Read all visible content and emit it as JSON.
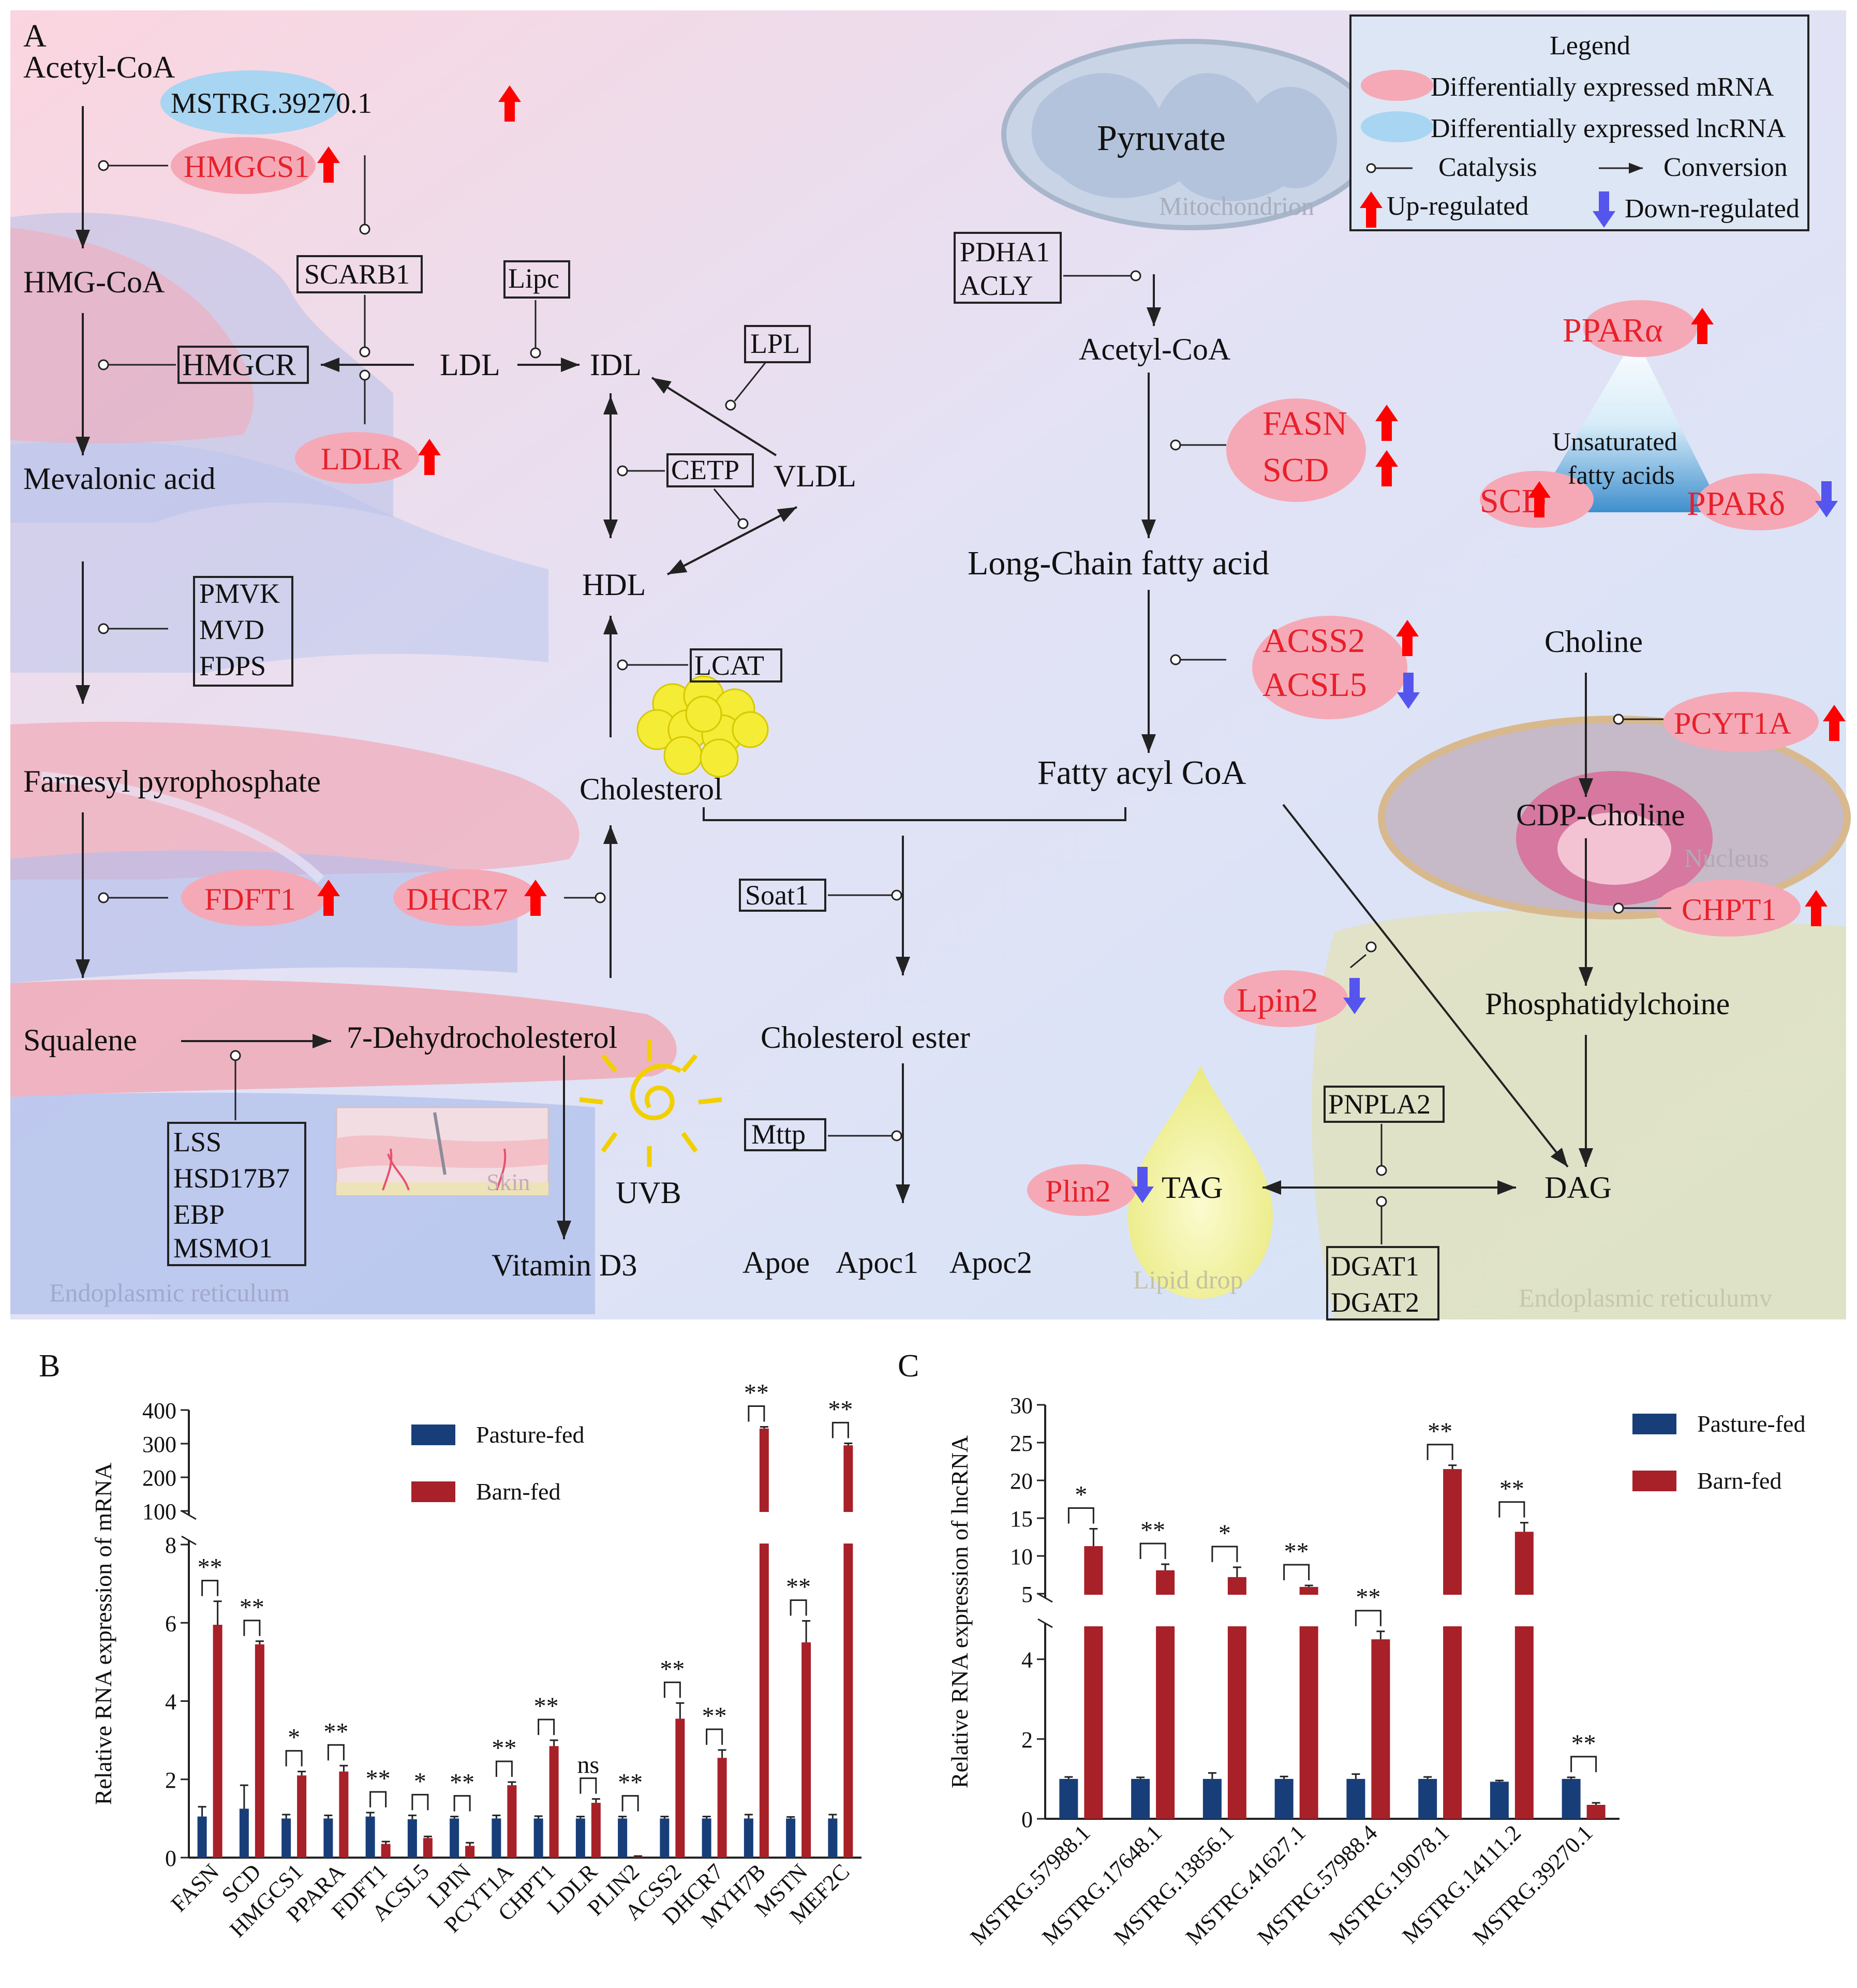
{
  "panel_a": {
    "letter": "A",
    "legend": {
      "title": "Legend",
      "items": {
        "mrna": "Differentially expressed mRNA",
        "lncrna": "Differentially expressed lncRNA",
        "catalysis": "Catalysis",
        "conversion": "Conversion",
        "up": "Up-regulated",
        "down": "Down-regulated"
      }
    },
    "compartments": {
      "er_left": "Endoplasmic reticulum",
      "er_right": "Endoplasmic reticulumv",
      "mito": "Mitochondrion",
      "nucleus": "Nucleus",
      "lipid_drop": "Lipid drop",
      "skin": "Skin"
    },
    "metabolites": {
      "acetyl_coa_left": "Acetyl-CoA",
      "hmg_coa": "HMG-CoA",
      "mevalonic": "Mevalonic acid",
      "farnesyl": "Farnesyl pyrophosphate",
      "squalene": "Squalene",
      "dehydrochol": "7-Dehydrocholesterol",
      "vitd3": "Vitamin D3",
      "uvb": "UVB",
      "ldl": "LDL",
      "idl": "IDL",
      "vldl": "VLDL",
      "hdl": "HDL",
      "cholesterol": "Cholesterol",
      "chol_ester": "Cholesterol ester",
      "apoe": "Apoe",
      "apoc1": "Apoc1",
      "apoc2": "Apoc2",
      "pyruvate": "Pyruvate",
      "acetyl_coa_right": "Acetyl-CoA",
      "lcfa": "Long-Chain fatty acid",
      "fatty_acyl": "Fatty acyl CoA",
      "choline": "Choline",
      "cdp_choline": "CDP-Choline",
      "pc": "Phosphatidylchoine",
      "tag": "TAG",
      "dag": "DAG",
      "ufa1": "Unsaturated",
      "ufa2": "fatty acids"
    },
    "de_mrna": {
      "hmgcs1": "HMGCS1",
      "ldlr": "LDLR",
      "fdft1": "FDFT1",
      "dhcr7": "DHCR7",
      "fasn": "FASN",
      "scd": "SCD",
      "scd2": "SCD",
      "ppara": "PPARα",
      "ppard": "PPARδ",
      "acss2": "ACSS2",
      "acsl5": "ACSL5",
      "pcyt1a": "PCYT1A",
      "chpt1": "CHPT1",
      "lpin2": "Lpin2",
      "plin2": "Plin2"
    },
    "de_lncrna": {
      "mstrg": "MSTRG.39270.1"
    },
    "boxed_genes": {
      "scarb1": "SCARB1",
      "hmgcr": "HMGCR",
      "lipc": "Lipc",
      "lpl": "LPL",
      "cetp": "CETP",
      "lcat": "LCAT",
      "pmvk": "PMVK",
      "mvd": "MVD",
      "fdps": "FDPS",
      "lss": "LSS",
      "hsd17b7": "HSD17B7",
      "ebp": "EBP",
      "msmo1": "MSMO1",
      "pdha1": "PDHA1",
      "acly": "ACLY",
      "soat1": "Soat1",
      "mttp": "Mttp",
      "pnpla2": "PNPLA2",
      "dgat1": "DGAT1",
      "dgat2": "DGAT2"
    },
    "colors": {
      "red_text": "#e8202a",
      "up_arrow": "#ff0000",
      "down_arrow": "#5555ee",
      "mrna_ellipse": "#f4a0ae",
      "lnc_ellipse": "#a8d8f2"
    }
  },
  "chart_data": [
    {
      "type": "bar",
      "panel_letter": "B",
      "ylabel": "Relative RNA expression of mRNA",
      "categories": [
        "FASN",
        "SCD",
        "HMGCS1",
        "PPARA",
        "FDFT1",
        "ACSL5",
        "LPIN",
        "PCYT1A",
        "CHPT1",
        "LDLR",
        "PLIN2",
        "ACSS2",
        "DHCR7",
        "MYH7B",
        "MSTN",
        "MEF2C"
      ],
      "series": [
        {
          "name": "Pasture-fed",
          "color": "#173e78",
          "values": [
            1.05,
            1.25,
            1.0,
            1.0,
            1.05,
            0.98,
            1.0,
            1.0,
            1.0,
            1.0,
            1.0,
            1.0,
            1.0,
            1.0,
            1.0,
            1.0
          ],
          "errors": [
            0.25,
            0.6,
            0.1,
            0.08,
            0.1,
            0.1,
            0.05,
            0.08,
            0.06,
            0.05,
            0.05,
            0.05,
            0.05,
            0.1,
            0.04,
            0.1
          ]
        },
        {
          "name": "Barn-fed",
          "color": "#a82028",
          "values": [
            5.95,
            5.45,
            2.1,
            2.2,
            0.35,
            0.5,
            0.3,
            1.85,
            2.85,
            1.4,
            0.03,
            3.55,
            2.55,
            345,
            5.5,
            295
          ],
          "errors": [
            0.6,
            0.08,
            0.1,
            0.15,
            0.06,
            0.04,
            0.08,
            0.08,
            0.15,
            0.1,
            0.01,
            0.4,
            0.2,
            5,
            0.55,
            6
          ]
        }
      ],
      "significance": [
        "**",
        "**",
        "*",
        "**",
        "**",
        "*",
        "**",
        "**",
        "**",
        "ns",
        "**",
        "**",
        "**",
        "**",
        "**",
        "**"
      ],
      "y_ticks_lower": [
        0,
        2,
        4,
        6,
        8
      ],
      "y_ticks_upper": [
        100,
        200,
        300,
        400
      ],
      "ylim": [
        0,
        400
      ],
      "axis_break": true,
      "legend_position": "top-right"
    },
    {
      "type": "bar",
      "panel_letter": "C",
      "ylabel": "Relative RNA expression of lncRNA",
      "categories": [
        "MSTRG.57988.1",
        "MSTRG.17648.1",
        "MSTRG.13856.1",
        "MSTRG.41627.1",
        "MSTRG.57988.4",
        "MSTRG.19078.1",
        "MSTRG.14111.2",
        "MSTRG.39270.1"
      ],
      "series": [
        {
          "name": "Pasture-fed",
          "color": "#173e78",
          "values": [
            1.0,
            1.0,
            1.0,
            1.0,
            1.0,
            1.0,
            0.93,
            1.0
          ],
          "errors": [
            0.05,
            0.04,
            0.15,
            0.06,
            0.12,
            0.05,
            0.03,
            0.04
          ]
        },
        {
          "name": "Barn-fed",
          "color": "#a82028",
          "values": [
            11.3,
            8.1,
            7.2,
            5.9,
            4.5,
            21.5,
            13.2,
            0.35
          ],
          "errors": [
            2.3,
            0.8,
            1.3,
            0.2,
            0.2,
            0.5,
            1.2,
            0.05
          ]
        }
      ],
      "significance": [
        "*",
        "**",
        "*",
        "**",
        "**",
        "**",
        "**",
        "**"
      ],
      "y_ticks_lower": [
        0,
        2,
        4
      ],
      "y_ticks_upper": [
        5,
        10,
        15,
        20,
        25,
        30
      ],
      "ylim": [
        0,
        30
      ],
      "axis_break": true,
      "legend_position": "top-right"
    }
  ]
}
